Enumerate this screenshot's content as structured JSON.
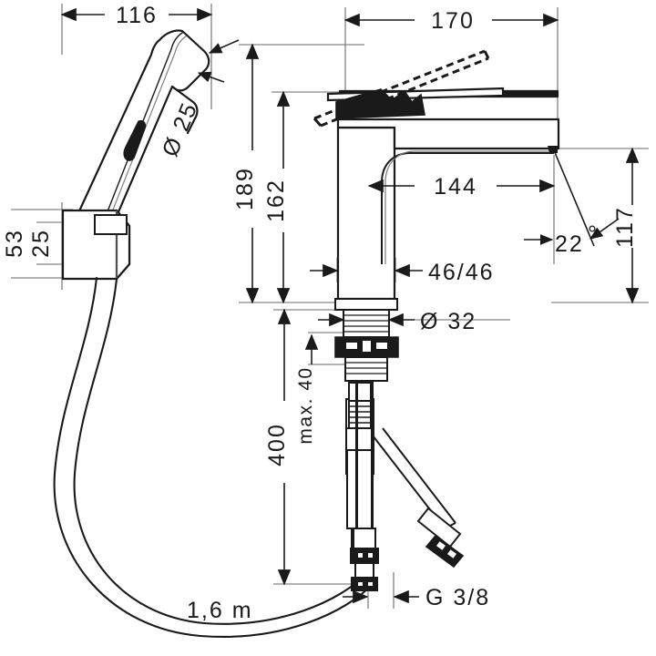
{
  "drawing": {
    "type": "technical-dimension-drawing",
    "subject": "Single lever basin mixer with bidette hand shower",
    "background_color": "#ffffff",
    "line_color": "#1a1a1a",
    "thin_line_color": "#555555",
    "units": "mm (unless noted)"
  },
  "dimensions": {
    "handshower_width": "116",
    "handshower_nozzle_dia": "Ø 25",
    "bracket_total": "53",
    "bracket_inner": "25",
    "spout_reach_total": "170",
    "overall_height": "189",
    "spout_top_height": "162",
    "spout_outlet_reach": "144",
    "outlet_height": "117",
    "jet_angle": "22",
    "jet_angle_unit": "°",
    "body_section": "46/46",
    "shank_dia": "Ø 32",
    "max_counter_thickness": "max. 40",
    "connection_hose_length": "400",
    "supply_thread": "G 3/8",
    "shower_hose_length": "1,6 m"
  },
  "labels": {
    "d116": "116",
    "d25dia": "Ø 25",
    "d53": "53",
    "d25": "25",
    "d170": "170",
    "d189": "189",
    "d162": "162",
    "d144": "144",
    "d117": "117",
    "d22": "22",
    "deg": "°",
    "d4646": "46/46",
    "d32dia": "Ø 32",
    "dmax40": "max. 40",
    "d400": "400",
    "dG38": "G 3/8",
    "d16m": "1,6 m"
  },
  "parts": {
    "handshower": "hand-shower-head",
    "wall_bracket": "wall-bracket",
    "shower_hose": "shower-hose",
    "faucet_body": "faucet-body",
    "lever_handle": "lever-handle",
    "spout": "spout",
    "shank": "threaded-shank",
    "mounting_nut": "mounting-nut",
    "supply_hose": "supply-hose",
    "diverter_hose": "diverter-hose",
    "connector": "g38-connector"
  }
}
